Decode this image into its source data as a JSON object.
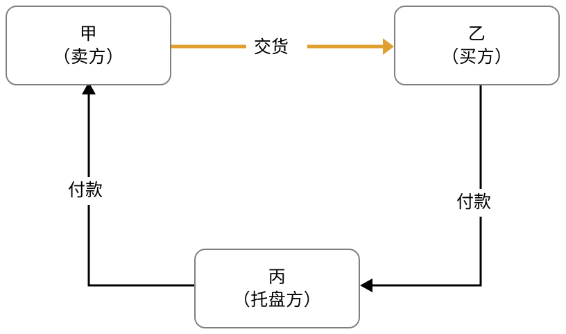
{
  "diagram": {
    "type": "flow-diagram",
    "background_color": "#ffffff",
    "nodes": [
      {
        "id": "seller",
        "title": "甲",
        "subtitle": "（卖方）",
        "border_color": "#808080"
      },
      {
        "id": "buyer",
        "title": "乙",
        "subtitle": "（买方）",
        "border_color": "#808080"
      },
      {
        "id": "platform",
        "title": "丙",
        "subtitle": "（托盘方）",
        "border_color": "#808080"
      }
    ],
    "edges": [
      {
        "id": "delivery",
        "label": "交货",
        "from": "seller",
        "to": "buyer",
        "color": "#E0A030"
      },
      {
        "id": "payment-buyer-to-platform",
        "label": "付款",
        "from": "buyer",
        "to": "platform",
        "color": "#000000"
      },
      {
        "id": "payment-platform-to-seller",
        "label": "付款",
        "from": "platform",
        "to": "seller",
        "color": "#000000"
      }
    ]
  }
}
